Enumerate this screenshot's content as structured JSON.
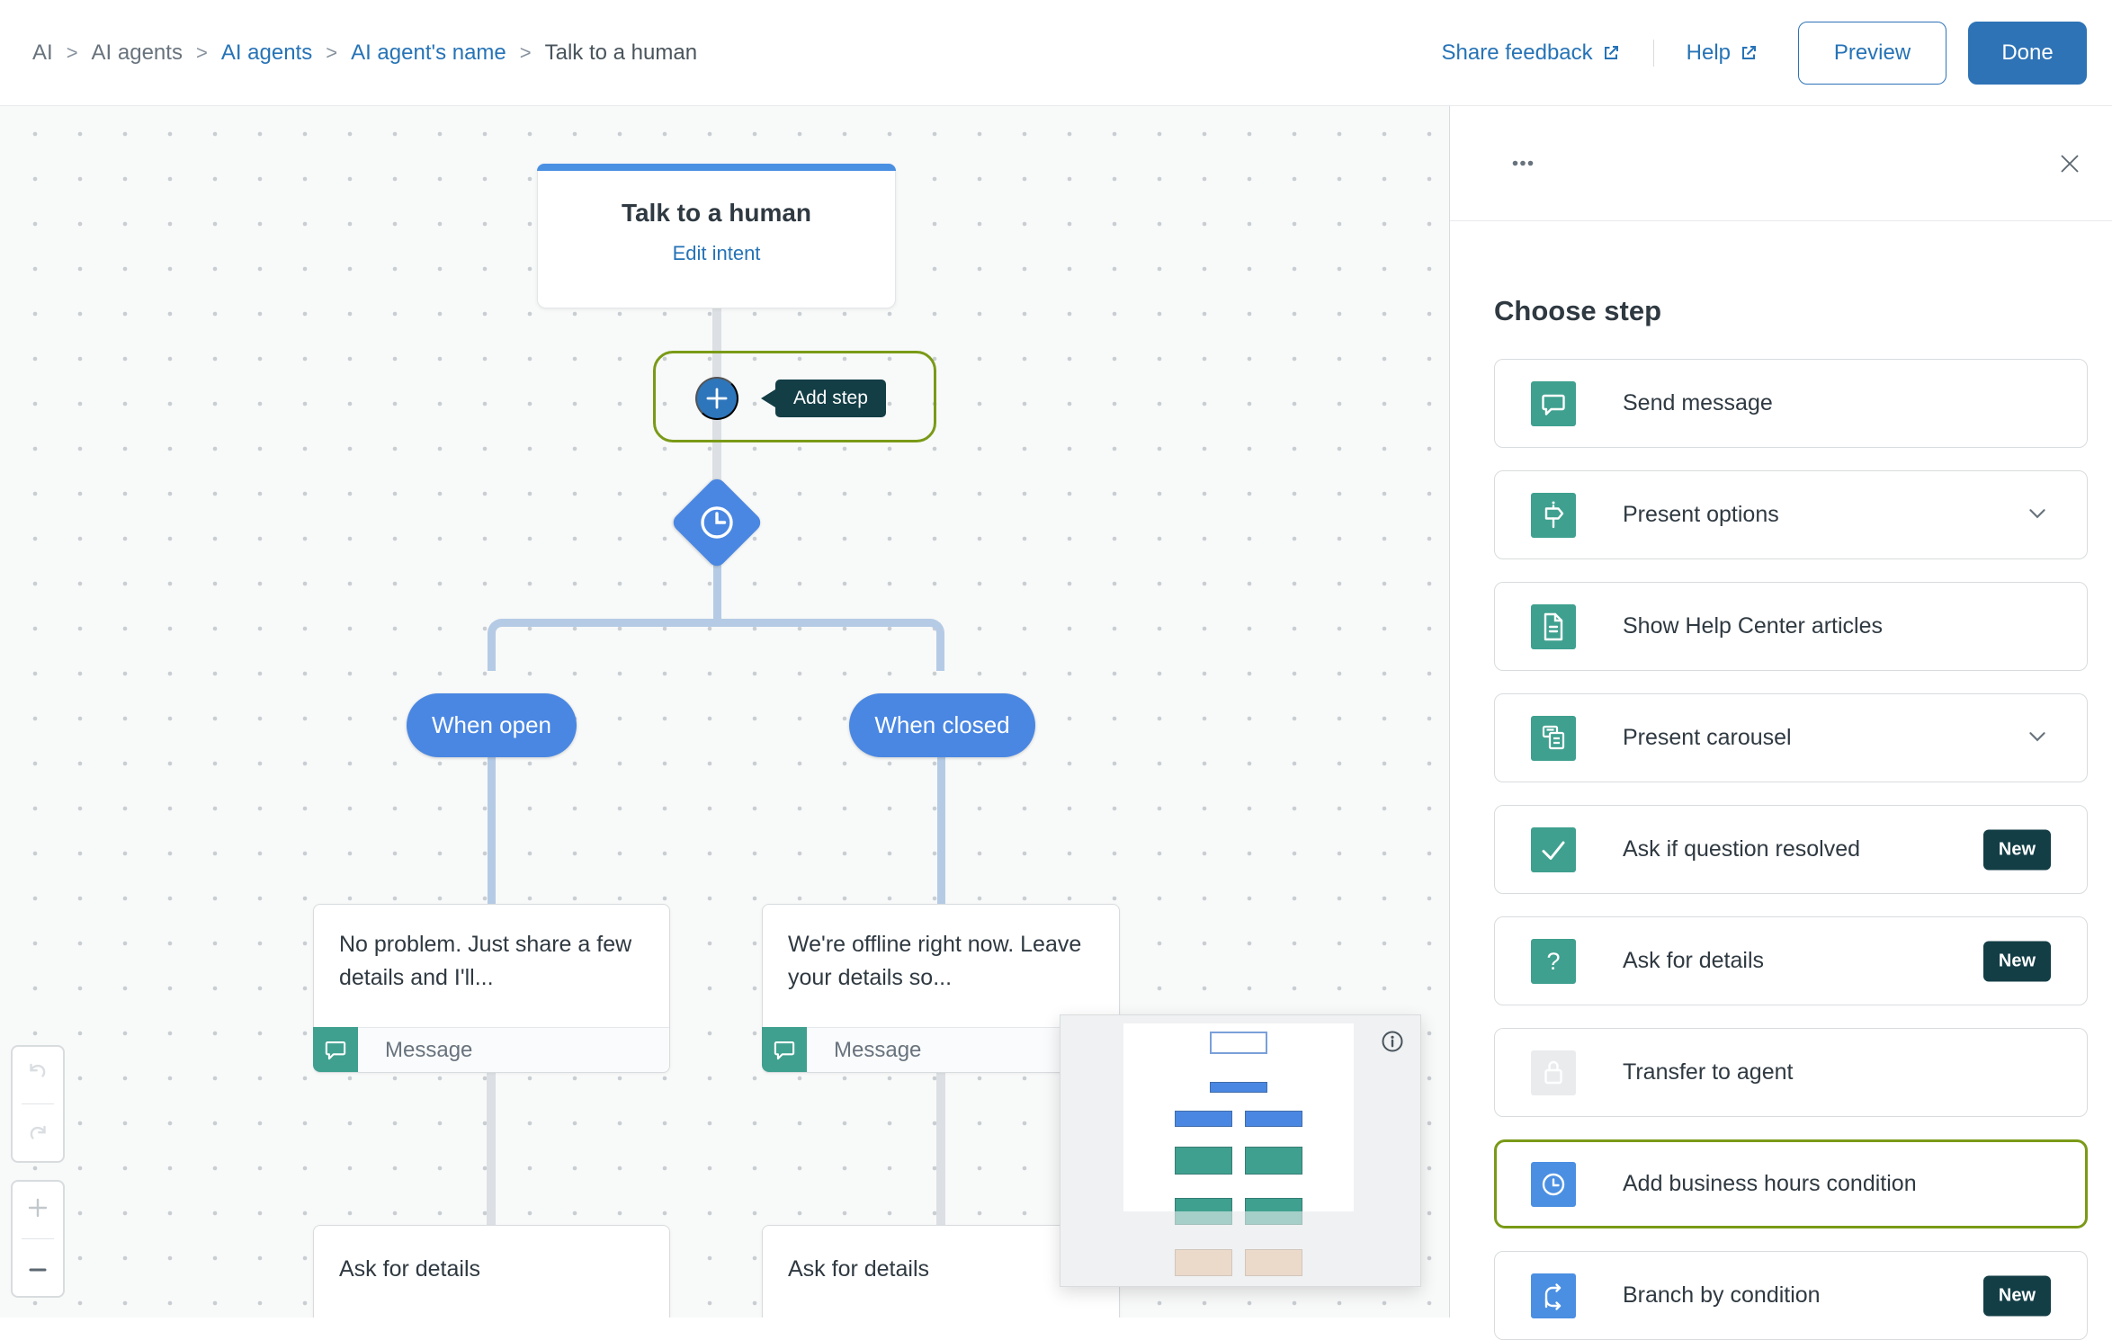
{
  "header": {
    "breadcrumb": [
      "AI",
      "AI agents",
      "AI agents",
      "AI agent's name",
      "Talk to a human"
    ],
    "share_feedback_label": "Share feedback",
    "help_label": "Help",
    "preview_label": "Preview",
    "done_label": "Done"
  },
  "canvas": {
    "root_node": {
      "title": "Talk to a human",
      "edit_link": "Edit intent"
    },
    "add_step_tooltip": "Add step",
    "branch_labels": [
      "When open",
      "When closed"
    ],
    "messages": [
      "No problem. Just share a few details and I'll...",
      "We're offline right now. Leave your details so..."
    ],
    "message_type_label": "Message",
    "followup_nodes": [
      "Ask for details",
      "Ask for details"
    ]
  },
  "sidebar": {
    "title": "Choose step",
    "steps": [
      {
        "label": "Send message",
        "icon": "message-icon",
        "tile": "teal"
      },
      {
        "label": "Present options",
        "icon": "signpost-icon",
        "tile": "teal",
        "chevron": true
      },
      {
        "label": "Show Help Center articles",
        "icon": "document-icon",
        "tile": "teal"
      },
      {
        "label": "Present carousel",
        "icon": "carousel-icon",
        "tile": "teal",
        "chevron": true
      },
      {
        "label": "Ask if question resolved",
        "icon": "check-icon",
        "tile": "teal",
        "badge": "New"
      },
      {
        "label": "Ask for details",
        "icon": "question-icon",
        "tile": "teal",
        "badge": "New"
      },
      {
        "label": "Transfer to agent",
        "icon": "lock-icon",
        "tile": "gray"
      },
      {
        "label": "Add business hours condition",
        "icon": "clock-icon",
        "tile": "blue",
        "highlighted": true
      },
      {
        "label": "Branch by condition",
        "icon": "branch-icon",
        "tile": "blue",
        "badge": "New"
      }
    ]
  },
  "colors": {
    "accent_blue": "#2e73b6",
    "flow_blue": "#4a87e2",
    "teal": "#3fa08f",
    "dark_teal": "#133e46",
    "highlight_olive": "#7a9a17",
    "connector_blue": "#b5cbe5",
    "connector_gray": "#dce0e4",
    "minimap_tan": "#e4b893"
  }
}
